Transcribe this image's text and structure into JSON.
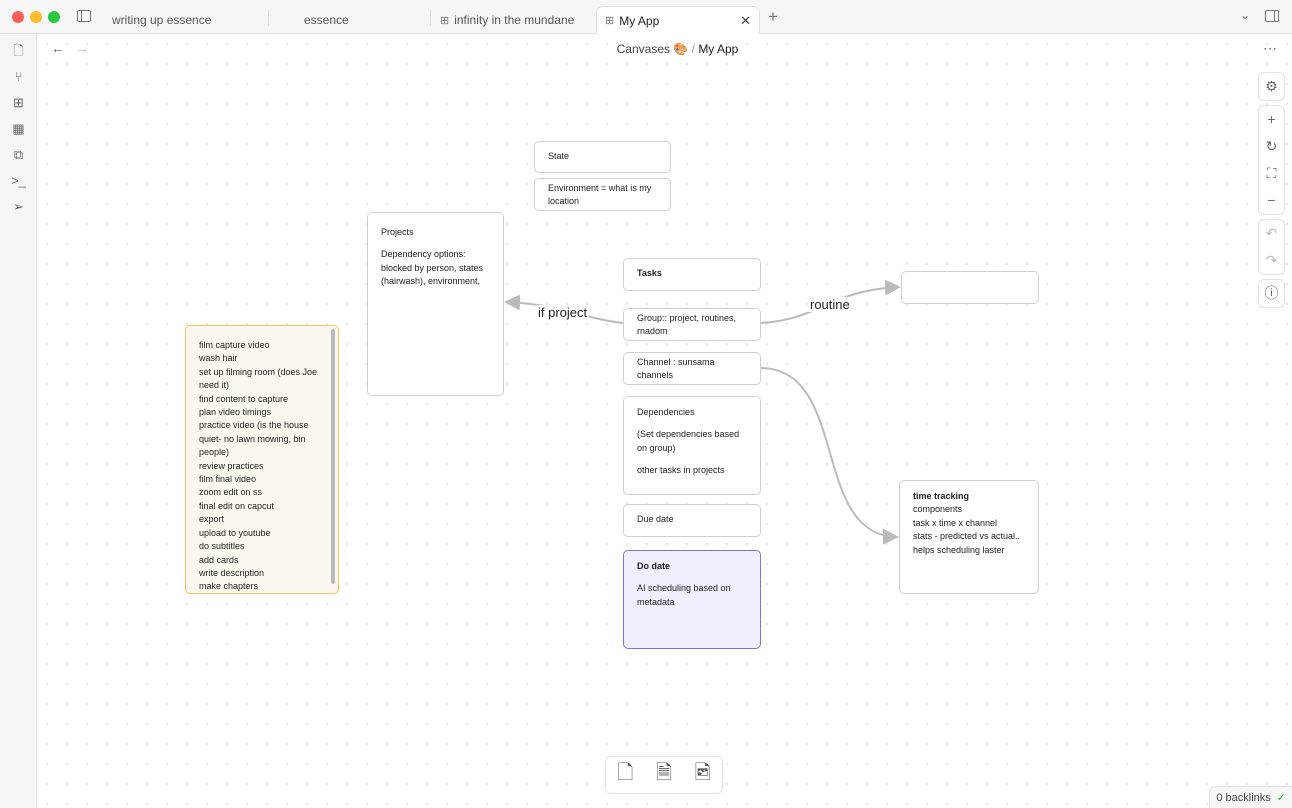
{
  "tabs": [
    {
      "label": "writing up essence",
      "icon": "none"
    },
    {
      "label": "essence",
      "icon": "none"
    },
    {
      "label": "infinity in the mundane",
      "icon": "canvas-icon"
    },
    {
      "label": "My App",
      "icon": "canvas-icon",
      "active": true
    }
  ],
  "breadcrumb": {
    "parent": "Canvases 🎨",
    "sep": "/",
    "current": "My App"
  },
  "cards": {
    "state": {
      "title": "State"
    },
    "environment": {
      "text": "Environment = what is my location"
    },
    "projects": {
      "title": "Projects",
      "body": "Dependency options: blocked by person, states (hairwash), environment,"
    },
    "tasks": {
      "title": "Tasks"
    },
    "group": {
      "text": "Group:: project, routines, rnadom"
    },
    "channel": {
      "text": "Channel : sunsama channels"
    },
    "dependencies": {
      "title": "Dependencies",
      "body1": "(Set dependencies based on group)",
      "body2": "other tasks in projects"
    },
    "due_date": {
      "title": "Due date"
    },
    "do_date": {
      "title": "Do date",
      "body": "AI scheduling based on metadata",
      "color": "#8b6cf0"
    },
    "time_tracking": {
      "title": "time tracking",
      "lines": [
        "components",
        "task x time x channel",
        "stats - predicted vs actual.. helps scheduling laster"
      ]
    },
    "list": {
      "color": "#f2c35f",
      "items": [
        "film capture video",
        "wash hair",
        "set up filming room (does Joe need it)",
        "find content to capture",
        "plan video timings",
        "practice video (is the house quiet- no lawn mowing, bin people)",
        "review practices",
        "film final video",
        "zoom edit on ss",
        "final edit on capcut",
        "export",
        "upload to youtube",
        "do subtitles",
        "add cards",
        "write description",
        "make chapters"
      ]
    }
  },
  "edges": {
    "if_project": "if project",
    "routine": "routine"
  },
  "status": {
    "backlinks": "0 backlinks"
  }
}
